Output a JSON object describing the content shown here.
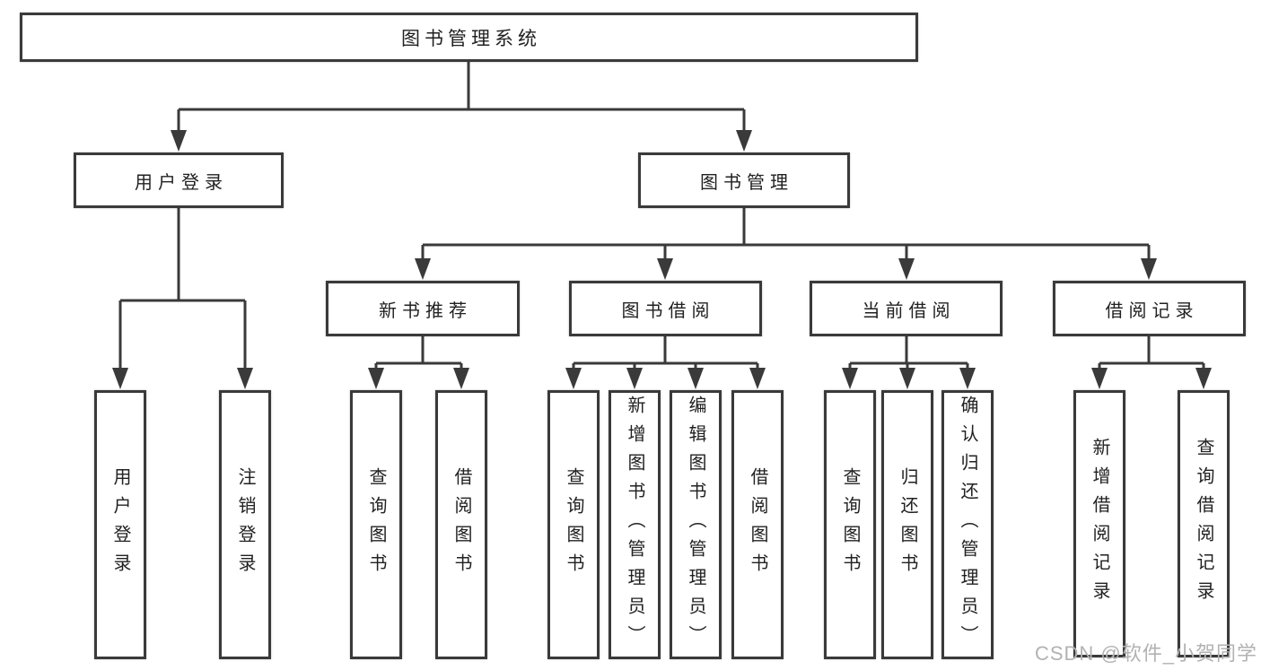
{
  "diagram_title": "图书管理系统",
  "tree": {
    "root": "图书管理系统",
    "branches": [
      {
        "label": "用户登录",
        "children": [
          "用户登录",
          "注销登录"
        ]
      },
      {
        "label": "图书管理",
        "groups": [
          {
            "label": "新书推荐",
            "children": [
              "查询图书",
              "借阅图书"
            ]
          },
          {
            "label": "图书借阅",
            "children": [
              "查询图书",
              "新增图书（管理员）",
              "编辑图书（管理员）",
              "借阅图书"
            ]
          },
          {
            "label": "当前借阅",
            "children": [
              "查询图书",
              "归还图书",
              "确认归还（管理员）"
            ]
          },
          {
            "label": "借阅记录",
            "children": [
              "新增借阅记录",
              "查询借阅记录"
            ]
          }
        ]
      }
    ]
  },
  "watermark": {
    "text": "CSDN @软件_小贺同学"
  },
  "colors": {
    "line": "#3a3a3a",
    "box_border": "#3a3a3a",
    "box_fill": "#ffffff",
    "text": "#212121",
    "watermark": "#b2b2b2",
    "background": "#ffffff"
  }
}
